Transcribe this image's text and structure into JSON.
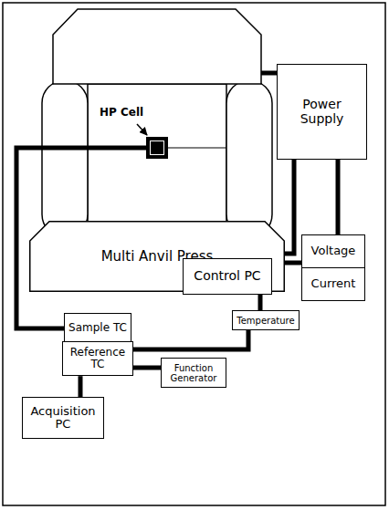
{
  "diagram": {
    "nodes": [
      {
        "text": [
          "HP Cell"
        ]
      },
      {
        "text": [
          "Multi Anvil Press"
        ]
      },
      {
        "text": [
          "Power Supply"
        ]
      },
      {
        "text": [
          "Voltage"
        ]
      },
      {
        "text": [
          "Control PC"
        ]
      },
      {
        "text": [
          "Current"
        ]
      },
      {
        "text": [
          "Sample TC"
        ]
      },
      {
        "text": [
          "Reference TC"
        ]
      },
      {
        "text": [
          "Temperature"
        ]
      },
      {
        "text": [
          "Function Generator"
        ]
      },
      {
        "text": [
          "Acquisition PC"
        ]
      }
    ],
    "edges": [
      {
        "from": 0,
        "to": 6,
        "arrow": "none"
      },
      {
        "from": 2,
        "to": 1,
        "arrow": "none"
      },
      {
        "from": 2,
        "to": 3,
        "arrow": "none"
      },
      {
        "from": 4,
        "to": 3,
        "arrow": "none"
      },
      {
        "from": 4,
        "to": 8,
        "arrow": "none"
      },
      {
        "from": 7,
        "to": 8,
        "arrow": "none"
      },
      {
        "from": 7,
        "to": 9,
        "arrow": "none"
      },
      {
        "from": 7,
        "to": 10,
        "arrow": "none"
      }
    ]
  }
}
